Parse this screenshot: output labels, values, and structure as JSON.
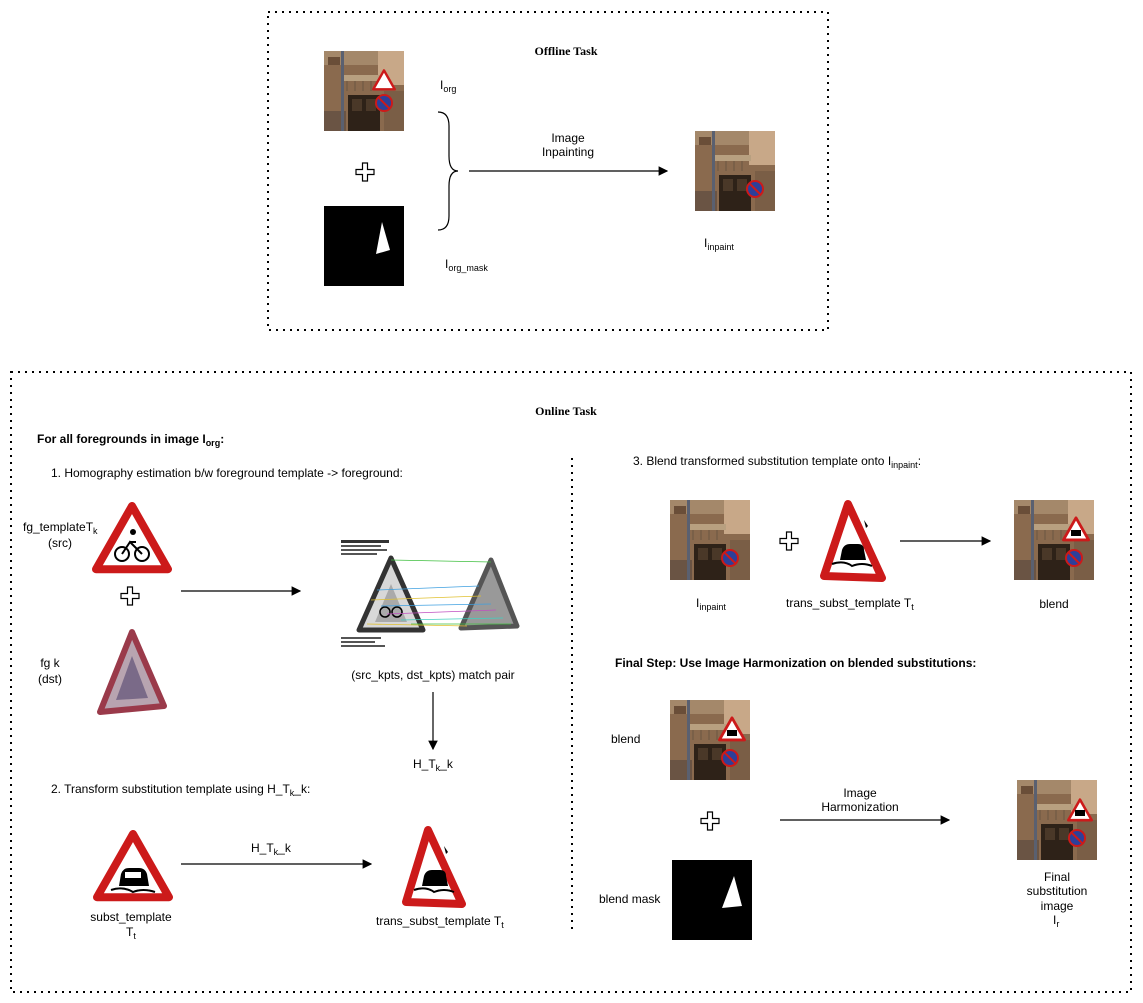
{
  "offline": {
    "title": "Offline Task",
    "i_org": {
      "base": "I",
      "sub": "org"
    },
    "i_org_mask": {
      "base": "I",
      "sub": "org_mask"
    },
    "inpaint_line1": "Image",
    "inpaint_line2": "Inpainting",
    "i_inpaint": {
      "base": "I",
      "sub": "inpaint"
    }
  },
  "online": {
    "title": "Online Task",
    "header": {
      "base": "For all foregrounds in image I",
      "sub": "org",
      "tail": ":"
    },
    "step1": "1. Homography estimation b/w foreground template -> foreground:",
    "fg_template": {
      "base": "fg_templateT",
      "sub": "k"
    },
    "src": "(src)",
    "fg_k": "fg k",
    "dst": "(dst)",
    "match_pair": "(src_kpts, dst_kpts) match pair",
    "h_tk_k": {
      "base": "H_T",
      "sub": "k",
      "tail": "_k"
    },
    "step2": {
      "base": "2. Transform substitution template using H_T",
      "sub": "k",
      "tail": "_k:"
    },
    "subst_template": "subst_template",
    "t_t": {
      "base": "T",
      "sub": "t"
    },
    "trans_subst_template": {
      "base": "trans_subst_template T",
      "sub": "t"
    },
    "step3": {
      "base": "3. Blend transformed substitution template onto I",
      "sub": "inpaint",
      "tail": ":"
    },
    "blend": "blend",
    "final_step": "Final Step: Use Image Harmonization on blended substitutions:",
    "blend_mask": "blend mask",
    "harm_line1": "Image",
    "harm_line2": "Harmonization",
    "final_lines": [
      "Final",
      "substitution",
      "image"
    ],
    "i_r": {
      "base": "I",
      "sub": "r"
    }
  },
  "colors": {
    "sign_red": "#cc1a1a",
    "building": "#8a6a4e",
    "mask_bg": "#000000",
    "match_lines": [
      "#3fbf3f",
      "#e0c030",
      "#3fa0e0",
      "#c050c0",
      "#40d0c0"
    ]
  }
}
